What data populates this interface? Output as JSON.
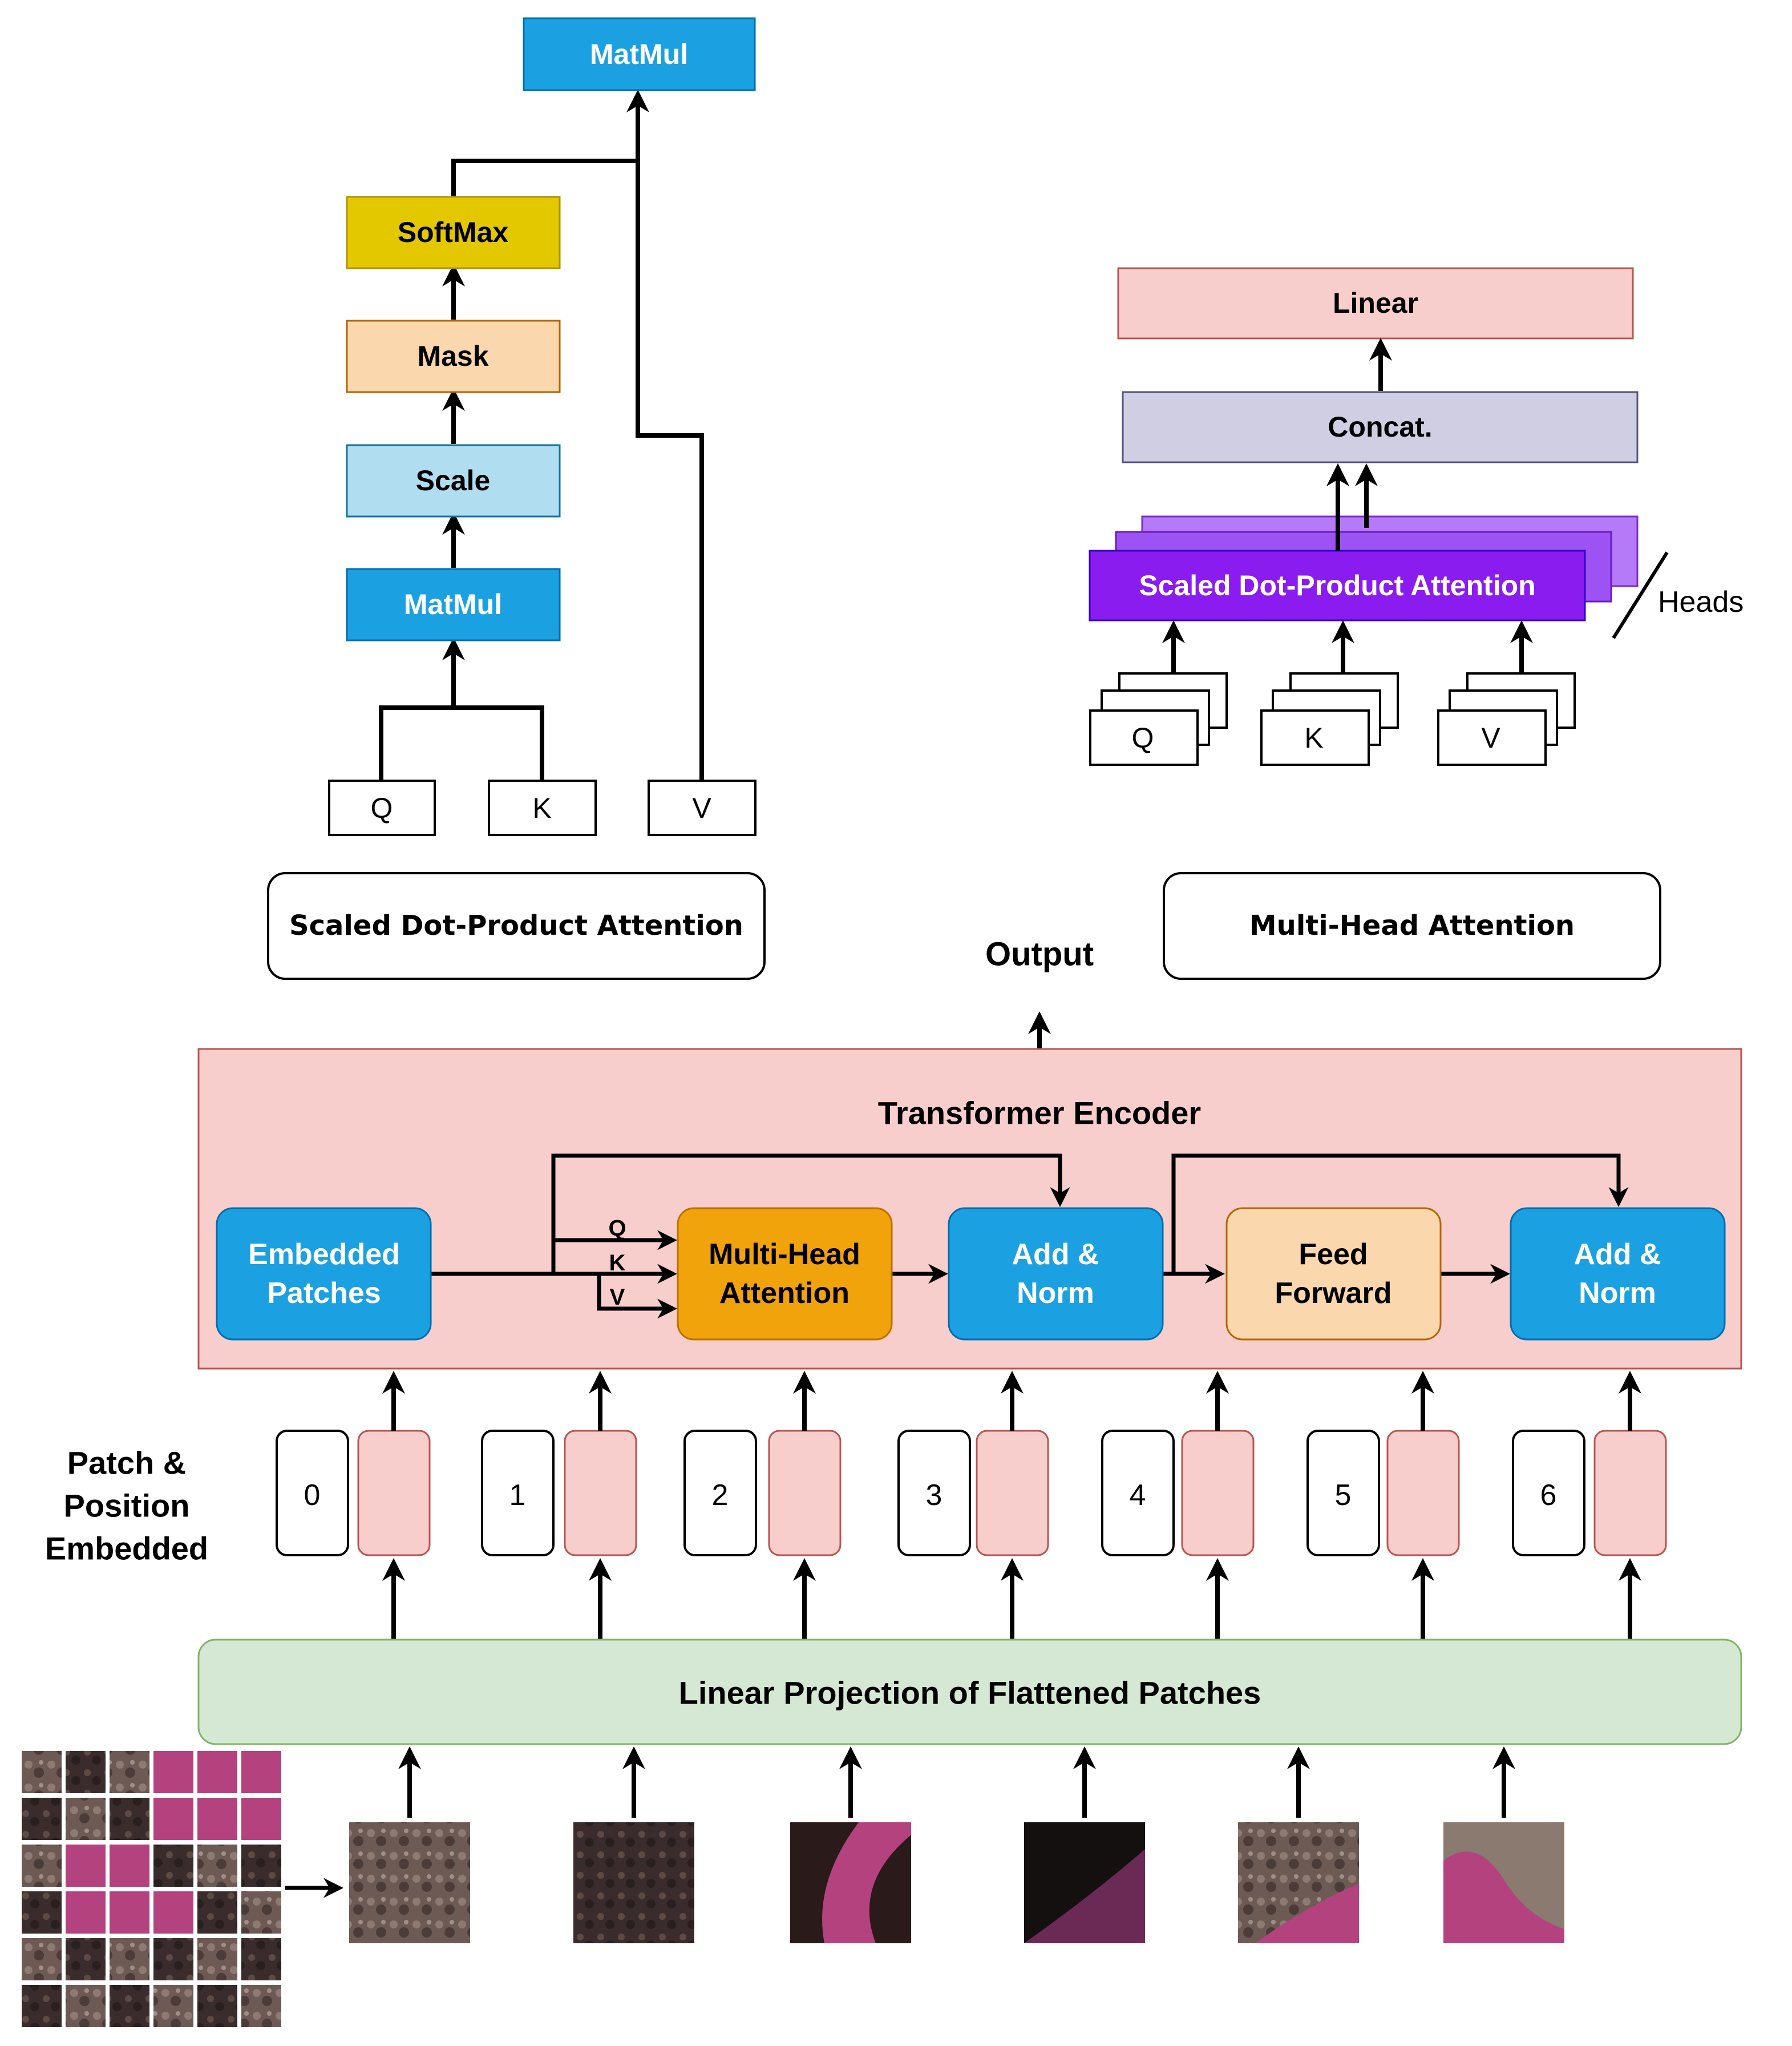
{
  "scaled_dot_product": {
    "matmul_top": "MatMul",
    "softmax": "SoftMax",
    "mask": "Mask",
    "scale": "Scale",
    "matmul_bottom": "MatMul",
    "q": "Q",
    "k": "K",
    "v": "V",
    "caption": "Scaled Dot-Product Attention"
  },
  "multi_head": {
    "linear": "Linear",
    "concat": "Concat.",
    "sdpa": "Scaled Dot-Product Attention",
    "heads": "Heads",
    "q": "Q",
    "k": "K",
    "v": "V",
    "caption": "Multi-Head Attention"
  },
  "output_label": "Output",
  "encoder": {
    "title": "Transformer Encoder",
    "embedded_patches": [
      "Embedded",
      "Patches"
    ],
    "multi_head_attention": [
      "Multi-Head",
      "Attention"
    ],
    "add_norm_1": [
      "Add &",
      "Norm"
    ],
    "feed_forward": [
      "Feed",
      "Forward"
    ],
    "add_norm_2": [
      "Add &",
      "Norm"
    ],
    "q": "Q",
    "k": "K",
    "v": "V"
  },
  "patch_position_label": [
    "Patch &",
    "Position",
    "Embedded"
  ],
  "position_indices": [
    "0",
    "1",
    "2",
    "3",
    "4",
    "5",
    "6"
  ],
  "linear_projection": "Linear Projection of Flattened Patches",
  "colors": {
    "blue": "#1ba1e2",
    "yellow": "#e3c800",
    "peach": "#fad7ac",
    "light_blue": "#b1ddf0",
    "pink_panel": "#f8cecc",
    "lavender": "#d0cee2",
    "purple": "#8a1cf0",
    "orange": "#f0a30a",
    "green": "#d5e8d4",
    "magenta": "#b3427e"
  }
}
